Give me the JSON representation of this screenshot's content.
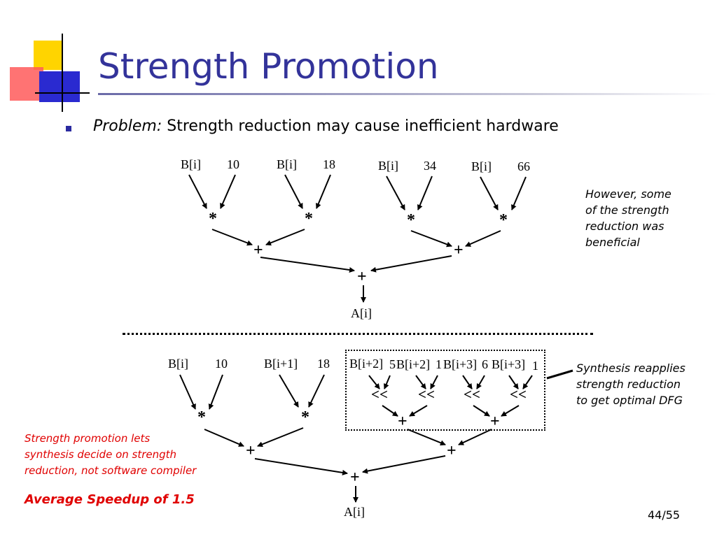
{
  "slide": {
    "title": "Strength Promotion",
    "bullet_label": "Problem:",
    "bullet_text": " Strength reduction may cause inefficient hardware",
    "note_top": [
      "However, some",
      "of the strength",
      "reduction was",
      "beneficial"
    ],
    "note_right": [
      "Synthesis reapplies",
      "strength reduction",
      "to get optimal DFG"
    ],
    "note_left": [
      "Strength promotion lets",
      "synthesis decide on strength",
      "reduction, not software compiler"
    ],
    "speedup": "Average Speedup of 1.5",
    "page_number": "44/55"
  },
  "dfg_top": {
    "inputs": [
      "B[i]",
      "10",
      "B[i]",
      "18",
      "B[i]",
      "34",
      "B[i]",
      "66"
    ],
    "mults": [
      "*",
      "*",
      "*",
      "*"
    ],
    "adds": [
      "+",
      "+",
      "+"
    ],
    "output": "A[i]"
  },
  "dfg_bottom": {
    "inputs": [
      "B[i]",
      "10",
      "B[i+1]",
      "18"
    ],
    "shift_inputs": [
      "B[i+2]",
      "5",
      "B[i+2]",
      "1",
      "B[i+3]",
      "6",
      "B[i+3]",
      "1"
    ],
    "mults": [
      "*",
      "*"
    ],
    "shifts": [
      "<<",
      "<<",
      "<<",
      "<<"
    ],
    "adds": [
      "+",
      "+",
      "+",
      "+",
      "+"
    ],
    "output": "A[i]"
  },
  "colors": {
    "title": "#33339a",
    "note_red": "#e00000"
  }
}
